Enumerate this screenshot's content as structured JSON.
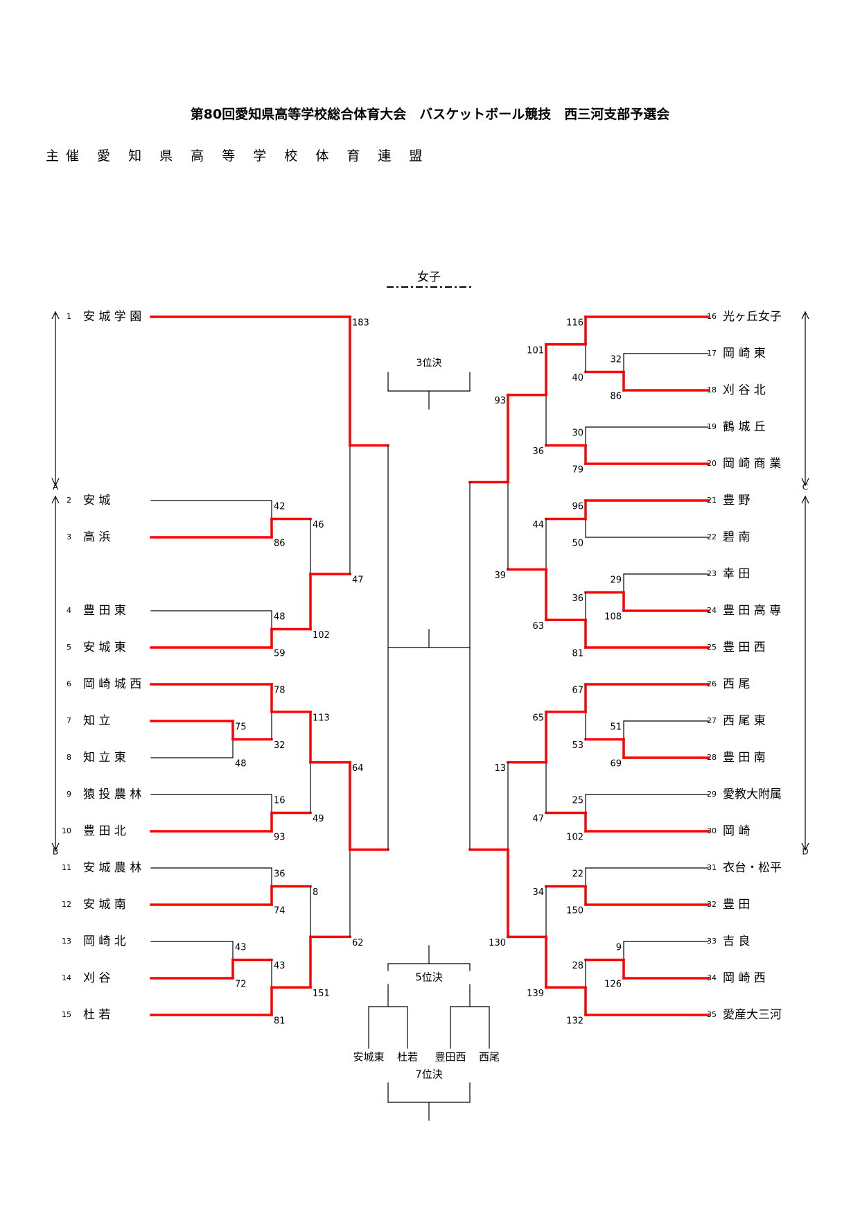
{
  "header": {
    "title": "第80回愛知県高等学校総合体育大会　バスケットボール競技　西三河支部予選会",
    "organizer": "主催 愛 知 県 高 等 学 校 体 育 連 盟"
  },
  "bracket_title": "女子",
  "playoffs": {
    "third": "3位決",
    "fifth": "5位決",
    "seventh": "7位決",
    "placement_teams": [
      "安城東",
      "杜若",
      "豊田西",
      "西尾"
    ]
  },
  "blocks": [
    "A",
    "B",
    "C",
    "D"
  ],
  "left_teams": [
    {
      "no": "1",
      "name": "安 城 学 園"
    },
    {
      "no": "2",
      "name": "安 城"
    },
    {
      "no": "3",
      "name": "高 浜"
    },
    {
      "no": "4",
      "name": "豊 田 東"
    },
    {
      "no": "5",
      "name": "安 城 東"
    },
    {
      "no": "6",
      "name": "岡 崎 城 西"
    },
    {
      "no": "7",
      "name": "知 立"
    },
    {
      "no": "8",
      "name": "知 立 東"
    },
    {
      "no": "9",
      "name": "猿 投 農 林"
    },
    {
      "no": "10",
      "name": "豊 田 北"
    },
    {
      "no": "11",
      "name": "安 城 農 林"
    },
    {
      "no": "12",
      "name": "安 城 南"
    },
    {
      "no": "13",
      "name": "岡 崎 北"
    },
    {
      "no": "14",
      "name": "刈 谷"
    },
    {
      "no": "15",
      "name": "杜 若"
    }
  ],
  "right_teams": [
    {
      "no": "16",
      "name": "光ヶ丘女子"
    },
    {
      "no": "17",
      "name": "岡 崎 東"
    },
    {
      "no": "18",
      "name": "刈 谷 北"
    },
    {
      "no": "19",
      "name": "鶴 城 丘"
    },
    {
      "no": "20",
      "name": "岡 崎 商 業"
    },
    {
      "no": "21",
      "name": "豊 野"
    },
    {
      "no": "22",
      "name": "碧 南"
    },
    {
      "no": "23",
      "name": "幸 田"
    },
    {
      "no": "24",
      "name": "豊 田 高 専"
    },
    {
      "no": "25",
      "name": "豊 田 西"
    },
    {
      "no": "26",
      "name": "西 尾"
    },
    {
      "no": "27",
      "name": "西 尾 東"
    },
    {
      "no": "28",
      "name": "豊 田 南"
    },
    {
      "no": "29",
      "name": "愛教大附属"
    },
    {
      "no": "30",
      "name": "岡 崎"
    },
    {
      "no": "31",
      "name": "衣台・松平"
    },
    {
      "no": "32",
      "name": "豊 田"
    },
    {
      "no": "33",
      "name": "吉 良"
    },
    {
      "no": "34",
      "name": "岡 崎 西"
    },
    {
      "no": "35",
      "name": "愛産大三河"
    }
  ],
  "scores": {
    "left": {
      "r1": [
        [
          "75",
          "48"
        ],
        [
          "43",
          "72"
        ]
      ],
      "r2": [
        [
          "42",
          "86"
        ],
        [
          "48",
          "59"
        ],
        [
          "78",
          "32"
        ],
        [
          "16",
          "93"
        ],
        [
          "36",
          "74"
        ],
        [
          "43",
          "81"
        ]
      ],
      "r3": [
        [
          "46",
          "102"
        ],
        [
          "113",
          "49"
        ],
        [
          "8",
          "151"
        ]
      ],
      "r4": [
        [
          "183",
          "47"
        ],
        [
          "64",
          "62"
        ]
      ]
    },
    "right": {
      "r1": [
        [
          "32",
          "86"
        ],
        [
          "29",
          "108"
        ],
        [
          "51",
          "69"
        ]
      ],
      "r2": [
        [
          "116",
          "40"
        ],
        [
          "30",
          "79"
        ],
        [
          "96",
          "50"
        ],
        [
          "36",
          "81"
        ],
        [
          "67",
          "53"
        ],
        [
          "25",
          "102"
        ],
        [
          "22",
          "150"
        ],
        [
          "28",
          "132"
        ]
      ],
      "r3": [
        [
          "101",
          "36"
        ],
        [
          "44",
          "63"
        ],
        [
          "65",
          "47"
        ],
        [
          "34",
          "139"
        ]
      ],
      "r4": [
        [
          "93",
          "39"
        ],
        [
          "13",
          "130"
        ]
      ]
    }
  }
}
